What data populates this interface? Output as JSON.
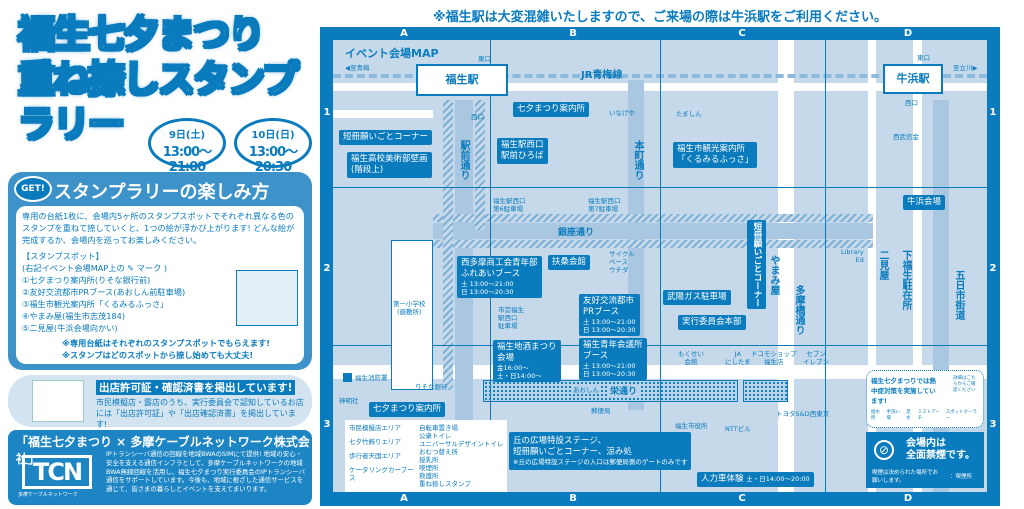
{
  "title": {
    "line1": "福生七夕まつり",
    "line2": "重ね捺しスタンプ",
    "line3": "ラリー"
  },
  "dates": [
    {
      "day": "9日(土)",
      "time": "13:00〜21:00"
    },
    {
      "day": "10日(日)",
      "time": "13:00〜20:30"
    }
  ],
  "howto": {
    "get": "GET!",
    "heading": "スタンプラリーの楽しみ方",
    "intro": "専用の台紙1枚に、会場内5ヶ所のスタンプスポットでそれぞれ異なる色のスタンプを重ねて捺していくと、1つの絵が浮かび上がります! どんな絵が完成するか、会場内を巡ってお楽しみください。",
    "spots_title": "【スタンプスポット】",
    "spots_note": "(右記イベント会場MAP上の ✎ マーク )",
    "spots": [
      "①七夕まつり案内所(りそな銀行前)",
      "②友好交流都市PRブース(あおしん前駐車場)",
      "③福生市観光案内所「くるみるふっさ」",
      "④やまみ屋(福生市志茂184)",
      "⑤二見屋(牛浜会場向かい)"
    ],
    "notes": [
      "※専用台紙はそれぞれのスタンプスポットでもらえます!",
      "※スタンプはどのスポットから捺し始めても大丈夫!"
    ]
  },
  "permit": {
    "heading": "出店許可証・確認済書を掲出しています!",
    "text": "市民模擬店・露店のうち、実行委員会で認知しているお店には「出店許可証」や「出店確認済書」を掲出しています!"
  },
  "tcn": {
    "heading": "「福生七夕まつり × 多摩ケーブルネットワーク株式会社」",
    "logo": "TCN",
    "logo_sub": "多摩ケーブルネットワーク",
    "text": "IPトランシーバ通信の回線を地域BWAのSIMにて提供! 地域の安心・安全を支える通信インフラとして、多摩ケーブルネットワークの地域BWA無線回線を活用し、福生七夕まつり実行委員会のIPトランシーバ通信をサポートしています。今後も、地域に根ざした通信サービスを通じて、皆さまの暮らしとイベントを支えてまいります。"
  },
  "notice": "※福生駅は大変混雑いたしますので、ご来場の際は牛浜駅をご利用ください。",
  "map": {
    "title": "イベント会場MAP",
    "columns": [
      "A",
      "B",
      "C",
      "D"
    ],
    "rows": [
      "1",
      "2",
      "3"
    ],
    "labels": {
      "fussa_station": "福生駅",
      "ushihama_station": "牛浜駅",
      "jr_line": "JR青梅線",
      "to_ome": "◀至青梅",
      "to_tachikawa": "至立川▶",
      "east_exit": "東口",
      "west_exit": "西口",
      "info_center": "七夕まつり案内所",
      "tanzaku": "短冊願いごとコーナー",
      "mural": "福生高校美術部壁画\n(階段上)",
      "plaza": "福生駅西口\n駅前ひろば",
      "ekimae_dori": "駅前通り",
      "honcho_dori": "本町通り",
      "inageya": "いなげや",
      "tamashin": "たましん",
      "kanko": "福生市観光案内所\n「くるみるふっさ」",
      "seibu": "西武信金",
      "ushihama_venue": "牛浜会場",
      "parking6": "福生駅西口\n第6駐車場",
      "parking7": "福生駅西口\n第7駐車場",
      "ginza": "銀座通り",
      "nishitama": "西多摩商工会青年部\nふれあいブース",
      "nishitama_time": "土 13:00〜21:00\n日 13:00〜20:30",
      "fusokaikan": "扶桑会館",
      "cycle": "サイクル\nベース\nウチダ",
      "yuko": "友好交流都市\nPRブース",
      "yuko_time": "土 13:00〜21:00\n日 13:00〜20:30",
      "seinen": "福生青年会議所\nブース",
      "seinen_time": "土 13:00〜21:00\n日 13:00〜20:30",
      "shiei_parking": "市営福生\n駅西口\n駐車場",
      "jizake": "福生地酒まつり\n会場",
      "jizake_time": "金16:00〜\n土・日14:00〜",
      "aoshin": "あおしん",
      "musashi_gas": "武陽ガス駐車場",
      "honbu": "実行委員会本部",
      "tanzaku2": "短冊願いごとコーナー",
      "yamamiya": "やまみ屋",
      "library": "Library\nEd",
      "futamiya": "二見屋",
      "shimo_chuzaisho": "下福生駐在所",
      "tamabashi": "多摩橋通り",
      "itsukaichi": "五日市街道",
      "mokusei": "もくせい\n会館",
      "ja": "JA\nにしたま",
      "docomo": "ドコモショップ\n福生店",
      "seven": "セブン\nイレブン",
      "school": "第一小学校\n(避難所)",
      "fire": "福生消防署",
      "resona": "りそな銀行",
      "shinmei": "神明社",
      "info_center2": "七夕まつり案内所",
      "sakae": "栄通り",
      "post": "郵便局",
      "stage": "丘の広場特設ステージ、\n短冊願いごとコーナー、涼み処",
      "stage_note": "※丘の広場特設ステージの入口は郵便局側のゲートのみです",
      "cityhall": "福生市役所",
      "ntt": "NTTビル",
      "toyota": "トヨタS&D西東京",
      "rickshaw": "人力車体験",
      "rickshaw_time": "土・日14:00〜20:00"
    },
    "legend": {
      "areas": [
        "市民模擬店エリア",
        "七夕竹飾りエリア",
        "歩行者天国エリア",
        "ケータリングカーブース"
      ],
      "icons": [
        "自転車置き場",
        "公衆トイレ",
        "ユニバーサルデザイントイレ",
        "おむつ替え所",
        "授乳所",
        "喫煙所",
        "救護所",
        "重ね捺しスタンプ"
      ]
    },
    "heat": {
      "text": "福生七夕まつりでは熱中症対策を実施しています!",
      "side": "詳細はこちらからご確認ください",
      "items": [
        "給水所",
        "手洗い場",
        "足水",
        "ミストアーチ",
        "スポットクーラー"
      ]
    },
    "smoking": {
      "heading": "会場内は\n全面禁煙です。",
      "text": "喫煙は決められた場所でお願いします。",
      "area": "：喫煙所"
    }
  },
  "colors": {
    "primary": "#0a7bbd",
    "map_bg": "#c5d9ea"
  }
}
